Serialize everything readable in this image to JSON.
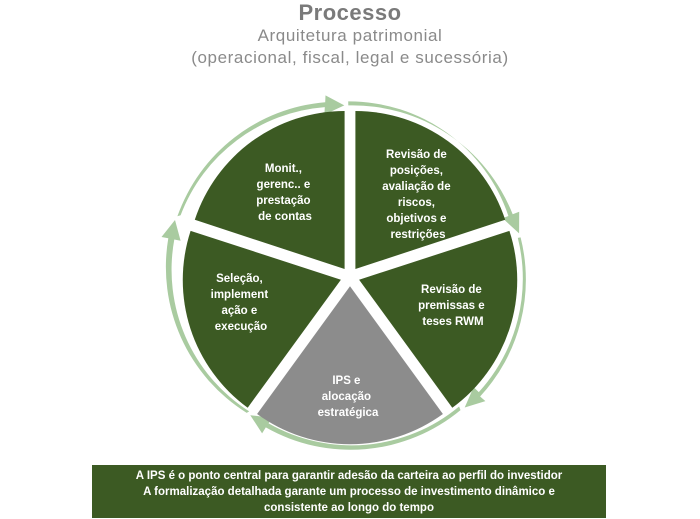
{
  "header": {
    "title": "Processo",
    "subtitle_line1": "Arquitetura patrimonial",
    "subtitle_line2": "(operacional, fiscal, legal e sucessória)"
  },
  "colors": {
    "segment_green": "#3c5a23",
    "segment_gray": "#8c8c8c",
    "ring_green": "#a9cba0",
    "title_gray": "#7a7a7a"
  },
  "segments": [
    {
      "id": "revisao-posicoes",
      "lines": [
        "Revisão de",
        "posições,",
        "avaliação de",
        "riscos,",
        "objetivos e",
        "restrições"
      ]
    },
    {
      "id": "revisao-premissas",
      "lines": [
        "Revisão de",
        "premissas e",
        "teses RWM"
      ]
    },
    {
      "id": "ips-alocacao",
      "lines": [
        "IPS e",
        "alocação",
        "estratégica"
      ]
    },
    {
      "id": "selecao",
      "lines": [
        "Seleção,",
        "implement",
        "ação e",
        "execução"
      ]
    },
    {
      "id": "monitoramento",
      "lines": [
        "Monit.,",
        "gerenc.. e",
        "prestação",
        "de contas"
      ]
    }
  ],
  "footer": {
    "line1": "A IPS é o ponto central para garantir adesão da carteira ao perfil do investidor",
    "line2": "A formalização detalhada garante um processo de investimento dinâmico e",
    "line3": "consistente ao longo do tempo"
  }
}
